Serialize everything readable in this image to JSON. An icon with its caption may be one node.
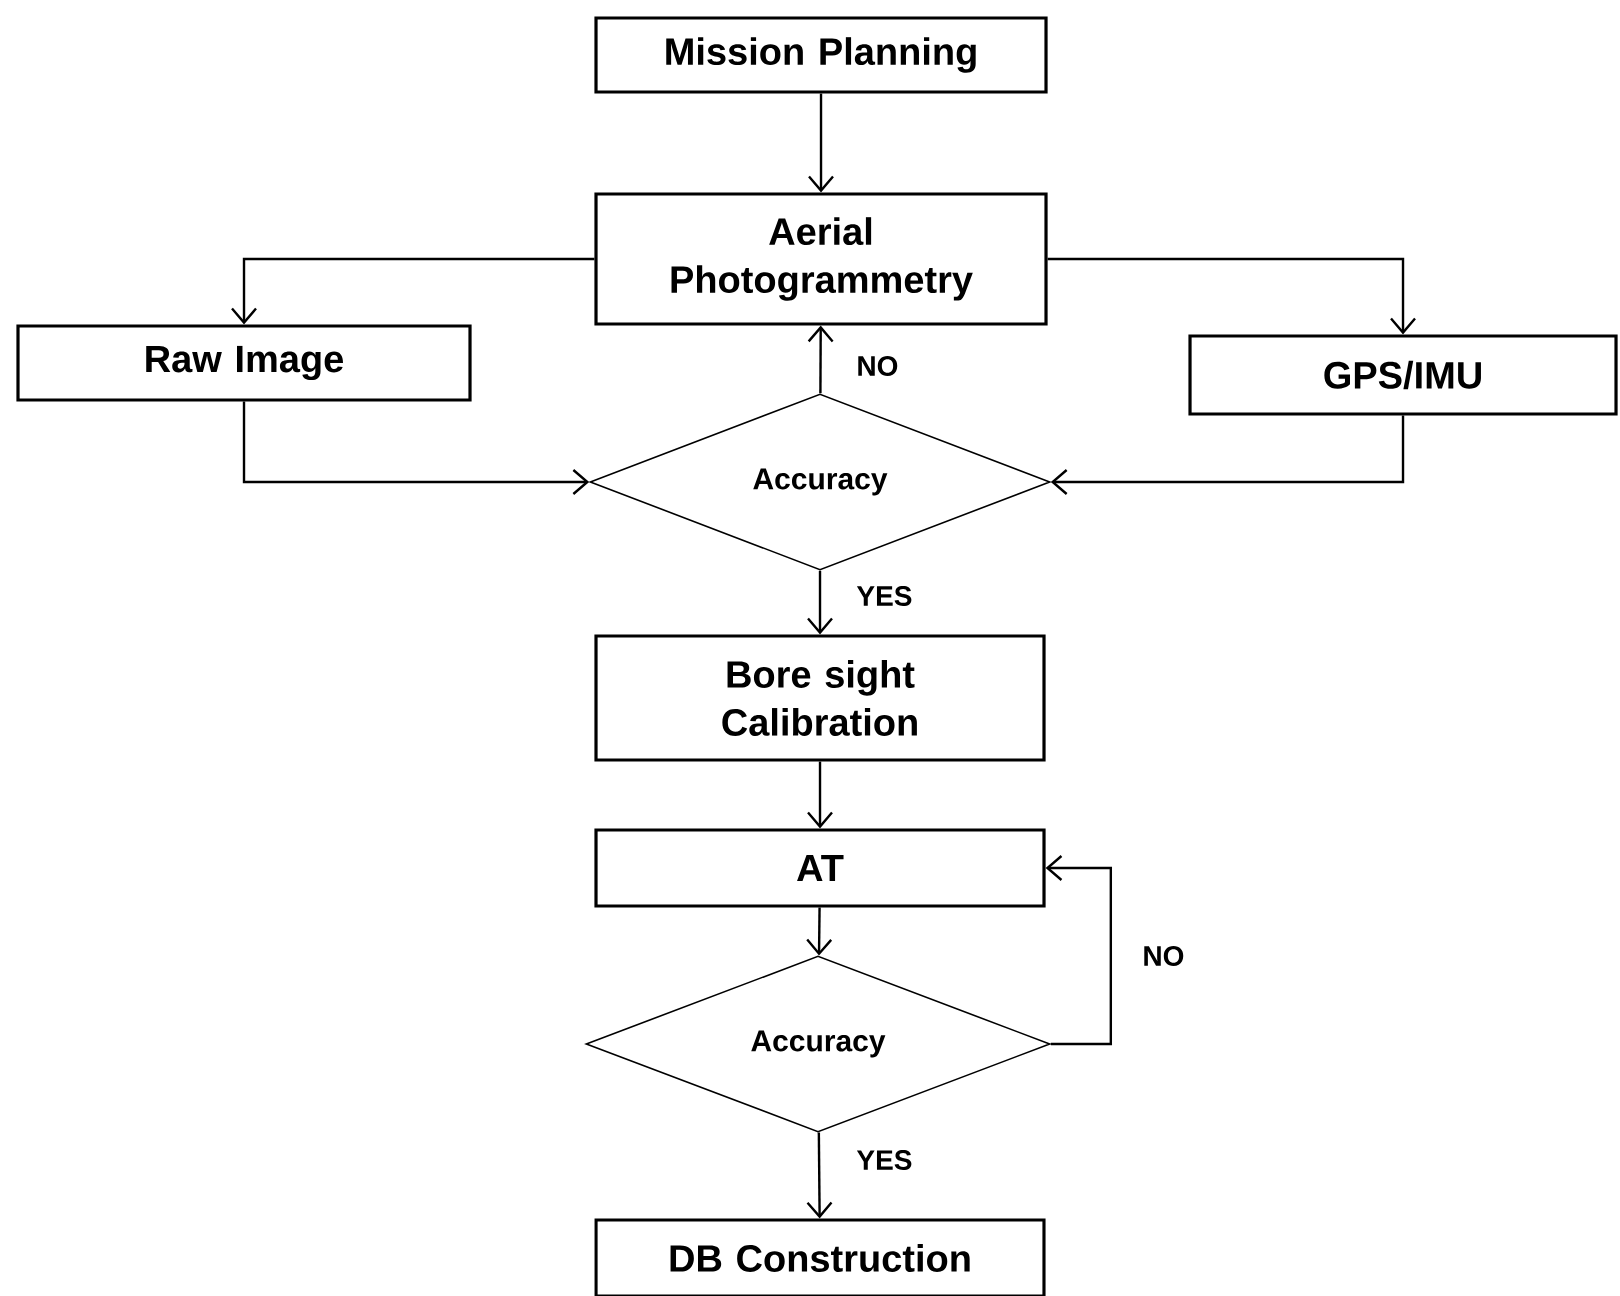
{
  "diagram": {
    "nodes": [
      {
        "text": [
          "Mission Planning"
        ]
      },
      {
        "text": [
          "Aerial Photogrammetry"
        ]
      },
      {
        "text": [
          "Raw Image"
        ]
      },
      {
        "text": [
          "GPS/IMU"
        ]
      },
      {
        "text": [
          "Accuracy"
        ]
      },
      {
        "text": [
          "Bore sight Calibration"
        ]
      },
      {
        "text": [
          "AT"
        ]
      },
      {
        "text": [
          "Accuracy"
        ]
      },
      {
        "text": [
          "DB Construction"
        ]
      }
    ],
    "edges": [
      {
        "from": 0,
        "to": 1,
        "arrow": "to"
      },
      {
        "from": 1,
        "to": 2,
        "arrow": "to"
      },
      {
        "from": 1,
        "to": 3,
        "arrow": "to"
      },
      {
        "from": 2,
        "to": 4,
        "arrow": "to"
      },
      {
        "from": 3,
        "to": 4,
        "arrow": "to"
      },
      {
        "from": 4,
        "to": 1,
        "arrow": "to",
        "label": "NO"
      },
      {
        "from": 4,
        "to": 5,
        "arrow": "to",
        "label": "YES"
      },
      {
        "from": 5,
        "to": 6,
        "arrow": "to"
      },
      {
        "from": 6,
        "to": 7,
        "arrow": "to"
      },
      {
        "from": 7,
        "to": 6,
        "arrow": "to",
        "label": "NO"
      },
      {
        "from": 7,
        "to": 8,
        "arrow": "to",
        "label": "YES"
      }
    ]
  }
}
